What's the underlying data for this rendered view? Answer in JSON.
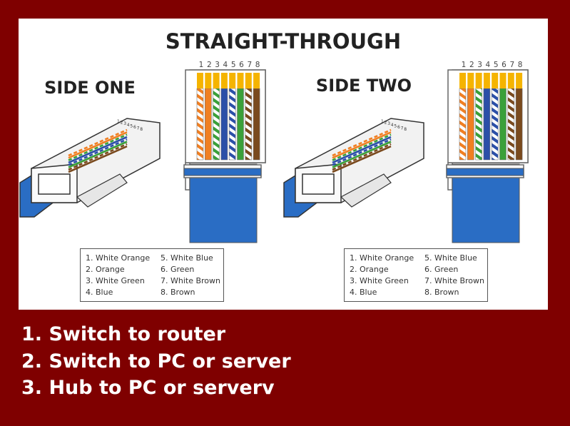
{
  "diagram": {
    "title": "STRAIGHT-THROUGH",
    "side_one_label": "SIDE ONE",
    "side_two_label": "SIDE TWO",
    "pin_numbers": [
      "1",
      "2",
      "3",
      "4",
      "5",
      "6",
      "7",
      "8"
    ],
    "wires": [
      {
        "pin": "1",
        "name": "White Orange",
        "color": "#f07f22",
        "striped": true
      },
      {
        "pin": "2",
        "name": "Orange",
        "color": "#f07f22",
        "striped": false
      },
      {
        "pin": "3",
        "name": "White Green",
        "color": "#3aa03a",
        "striped": true
      },
      {
        "pin": "4",
        "name": "Blue",
        "color": "#2b4fa8",
        "striped": false
      },
      {
        "pin": "5",
        "name": "White Blue",
        "color": "#2b4fa8",
        "striped": true
      },
      {
        "pin": "6",
        "name": "Green",
        "color": "#3aa03a",
        "striped": false
      },
      {
        "pin": "7",
        "name": "White Brown",
        "color": "#7a4a1e",
        "striped": true
      },
      {
        "pin": "8",
        "name": "Brown",
        "color": "#7a4a1e",
        "striped": false
      }
    ],
    "legend": [
      "1. White Orange",
      "2. Orange",
      "3. White Green",
      "4. Blue",
      "5. White Blue",
      "6. Green",
      "7. White Brown",
      "8. Brown"
    ]
  },
  "uses": [
    "1. Switch to router",
    "2. Switch to PC or server",
    "3. Hub to PC or serverv"
  ],
  "colors": {
    "background": "#7f0000",
    "cable_blue": "#2a6dc4",
    "contact_gold": "#f5b400"
  }
}
